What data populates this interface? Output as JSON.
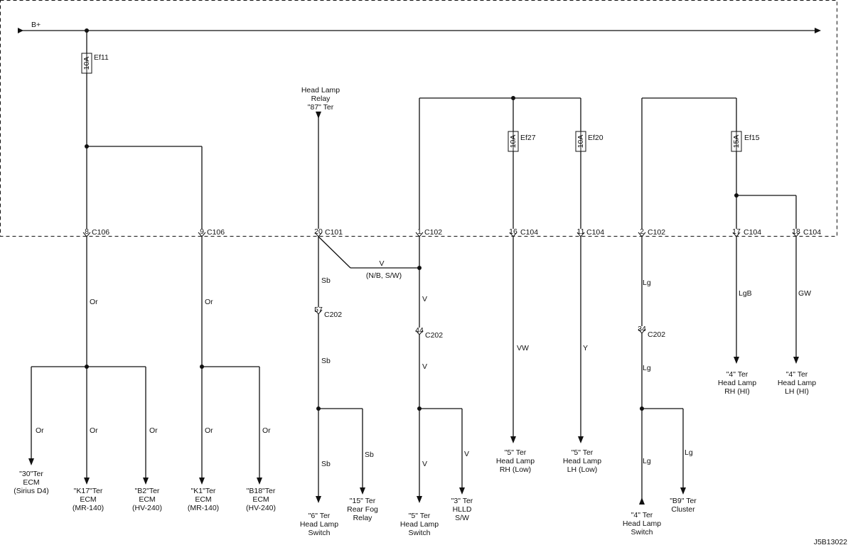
{
  "bplus": "B+",
  "diagram_id": "J5B13022",
  "fuses": [
    {
      "name": "Ef11",
      "rating": "10A"
    },
    {
      "name": "Ef27",
      "rating": "10A"
    },
    {
      "name": "Ef20",
      "rating": "10A"
    },
    {
      "name": "Ef15",
      "rating": "15A"
    }
  ],
  "source": [
    "Head Lamp",
    "Relay",
    "\"87\" Ter"
  ],
  "connectors": [
    {
      "pin": "8",
      "conn": "C106"
    },
    {
      "pin": "9",
      "conn": "C106"
    },
    {
      "pin": "20",
      "conn": "C101"
    },
    {
      "pin": "1",
      "conn": "C102"
    },
    {
      "pin": "16",
      "conn": "C104"
    },
    {
      "pin": "11",
      "conn": "C104"
    },
    {
      "pin": "2",
      "conn": "C102"
    },
    {
      "pin": "17",
      "conn": "C104"
    },
    {
      "pin": "18",
      "conn": "C104"
    },
    {
      "pin": "57",
      "conn": "C202"
    },
    {
      "pin": "44",
      "conn": "C202"
    },
    {
      "pin": "34",
      "conn": "C202"
    }
  ],
  "wire_colors": {
    "or": "Or",
    "sb": "Sb",
    "v": "V",
    "nb_sw": "(N/B, S/W)",
    "vw": "VW",
    "y": "Y",
    "lg": "Lg",
    "lgb": "LgB",
    "gw": "GW"
  },
  "terminals": [
    [
      "\"30\"Ter",
      "ECM",
      "(Sirius D4)"
    ],
    [
      "\"K17\"Ter",
      "ECM",
      "(MR-140)"
    ],
    [
      "\"B2\"Ter",
      "ECM",
      "(HV-240)"
    ],
    [
      "\"K1\"Ter",
      "ECM",
      "(MR-140)"
    ],
    [
      "\"B18\"Ter",
      "ECM",
      "(HV-240)"
    ],
    [
      "\"6\" Ter",
      "Head Lamp",
      "Switch"
    ],
    [
      "\"15\" Ter",
      "Rear Fog",
      "Relay"
    ],
    [
      "\"5\" Ter",
      "Head Lamp",
      "Switch"
    ],
    [
      "\"3\" Ter",
      "HLLD",
      "S/W"
    ],
    [
      "\"5\" Ter",
      "Head Lamp",
      "RH (Low)"
    ],
    [
      "\"5\" Ter",
      "Head Lamp",
      "LH (Low)"
    ],
    [
      "\"4\" Ter",
      "Head Lamp",
      "Switch"
    ],
    [
      "\"B9\" Ter",
      "Cluster"
    ],
    [
      "\"4\" Ter",
      "Head Lamp",
      "RH (HI)"
    ],
    [
      "\"4\" Ter",
      "Head Lamp",
      "LH (HI)"
    ]
  ]
}
